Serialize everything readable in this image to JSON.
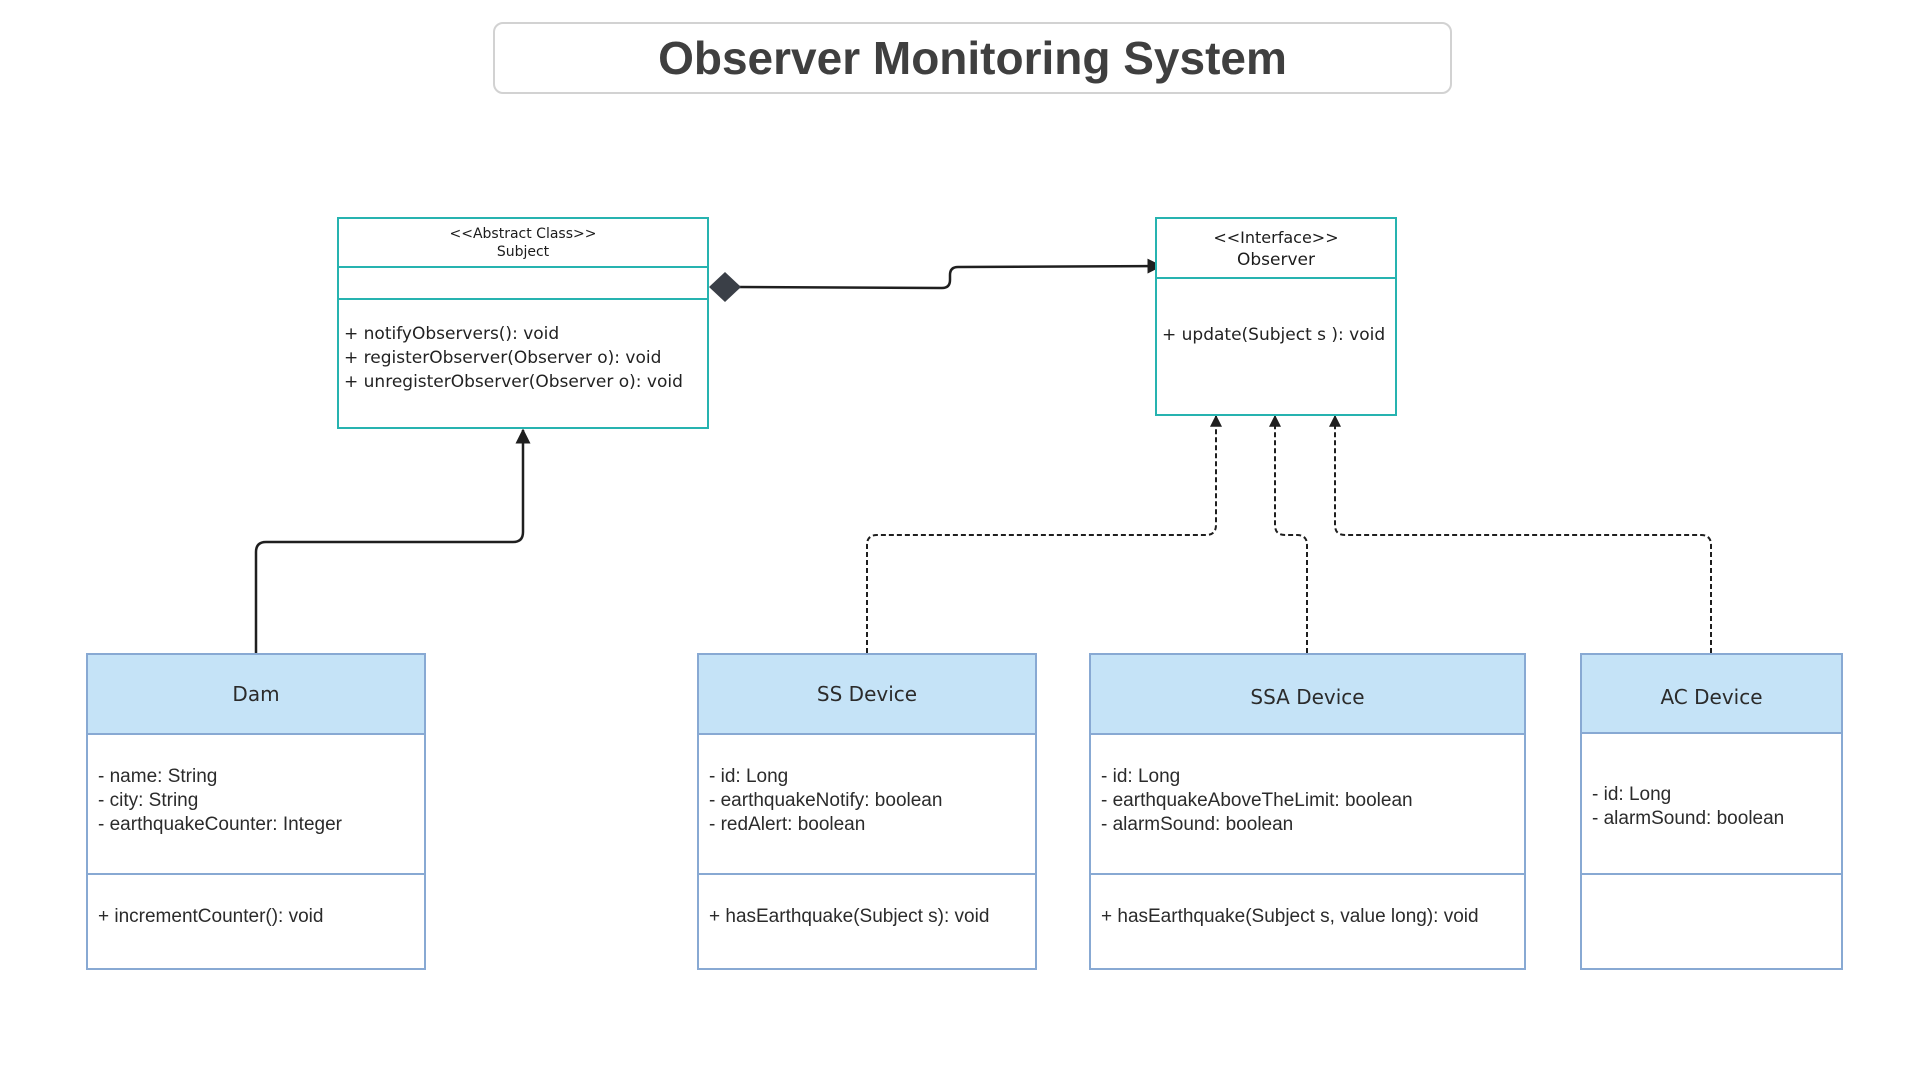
{
  "title": "Observer Monitoring System",
  "colors": {
    "teal_border": "#26b3b0",
    "blue_border": "#88a9d3",
    "blue_header_fill": "#c5e3f7",
    "connector": "#1f1f1f",
    "title_text": "#3f3f3f"
  },
  "classes": {
    "subject": {
      "stereotype": "<<Abstract Class>>",
      "name": "Subject",
      "attributes": [],
      "methods": [
        "+  notifyObservers(): void",
        "+ registerObserver(Observer o): void",
        "+ unregisterObserver(Observer o): void"
      ]
    },
    "observer": {
      "stereotype": "<<Interface>>",
      "name": "Observer",
      "methods": [
        "+ update(Subject s ): void"
      ]
    },
    "dam": {
      "name": "Dam",
      "attributes": [
        "- name: String",
        "- city: String",
        "- earthquakeCounter: Integer"
      ],
      "methods": [
        "+ incrementCounter(): void"
      ]
    },
    "ss_device": {
      "name": "SS Device",
      "attributes": [
        "- id: Long",
        "- earthquakeNotify: boolean",
        "- redAlert: boolean"
      ],
      "methods": [
        "+ hasEarthquake(Subject s): void"
      ]
    },
    "ssa_device": {
      "name": "SSA Device",
      "attributes": [
        "- id: Long",
        "- earthquakeAboveTheLimit: boolean",
        "- alarmSound: boolean"
      ],
      "methods": [
        "+ hasEarthquake(Subject s, value long): void"
      ]
    },
    "ac_device": {
      "name": "AC Device",
      "attributes": [
        "- id: Long",
        "- alarmSound: boolean"
      ],
      "methods": []
    }
  },
  "relationships": [
    {
      "type": "composition",
      "from": "Subject",
      "to": "Observer"
    },
    {
      "type": "inheritance",
      "from": "Dam",
      "to": "Subject"
    },
    {
      "type": "realization",
      "from": "SS Device",
      "to": "Observer"
    },
    {
      "type": "realization",
      "from": "SSA Device",
      "to": "Observer"
    },
    {
      "type": "realization",
      "from": "AC Device",
      "to": "Observer"
    }
  ]
}
